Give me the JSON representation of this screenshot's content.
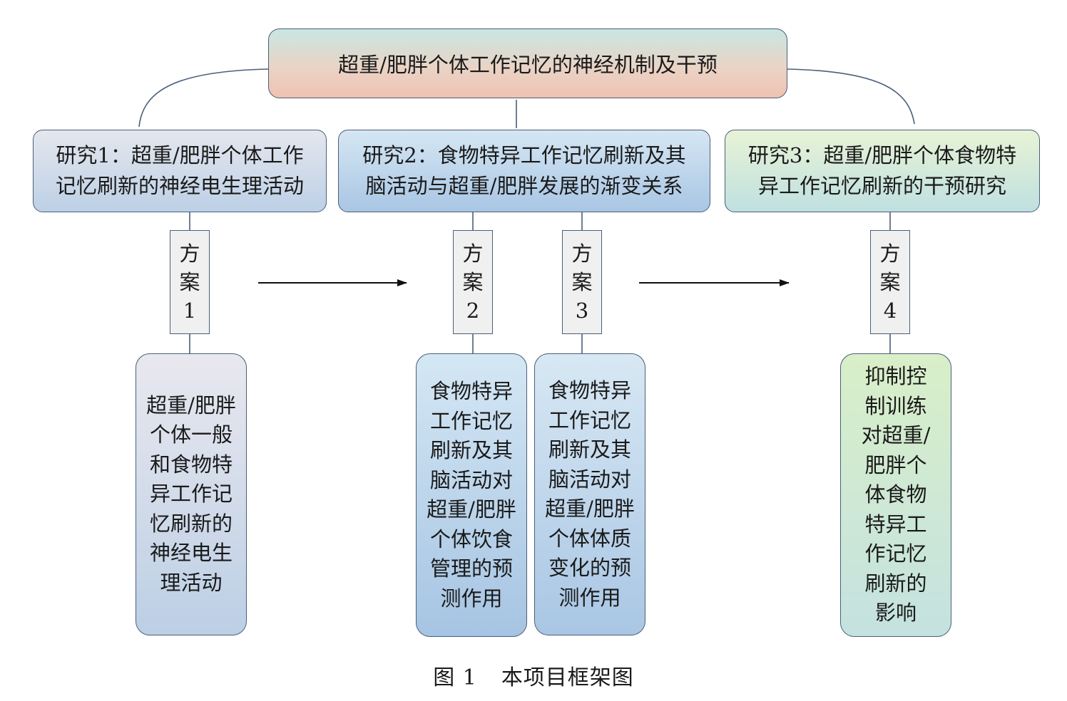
{
  "title": "超重/肥胖个体工作记忆的神经机制及干预",
  "studies": [
    {
      "line1": "研究1：超重/肥胖个体工作",
      "line2": "记忆刷新的神经电生理活动"
    },
    {
      "line1": "研究2：食物特异工作记忆刷新及其",
      "line2": "脑活动与超重/肥胖发展的渐变关系"
    },
    {
      "line1": "研究3：超重/肥胖个体食物特",
      "line2": "异工作记忆刷新的干预研究"
    }
  ],
  "plans": [
    {
      "c1": "方",
      "c2": "案",
      "num": "1"
    },
    {
      "c1": "方",
      "c2": "案",
      "num": "2"
    },
    {
      "c1": "方",
      "c2": "案",
      "num": "3"
    },
    {
      "c1": "方",
      "c2": "案",
      "num": "4"
    }
  ],
  "details": [
    {
      "lines": [
        "超重/肥胖",
        "个体一般",
        "和食物特",
        "异工作记",
        "忆刷新的",
        "神经电生",
        "理活动"
      ]
    },
    {
      "lines": [
        "食物特异",
        "工作记忆",
        "刷新及其",
        "脑活动对",
        "超重/肥胖",
        "个体饮食",
        "管理的预",
        "测作用"
      ]
    },
    {
      "lines": [
        "食物特异",
        "工作记忆",
        "刷新及其",
        "脑活动对",
        "超重/肥胖",
        "个体体质",
        "变化的预",
        "测作用"
      ]
    },
    {
      "lines": [
        "抑制控",
        "制训练",
        "对超重/",
        "肥胖个",
        "体食物",
        "特异工",
        "作记忆",
        "刷新的",
        "影响"
      ]
    }
  ],
  "caption": {
    "label": "图 1",
    "text": "本项目框架图"
  }
}
